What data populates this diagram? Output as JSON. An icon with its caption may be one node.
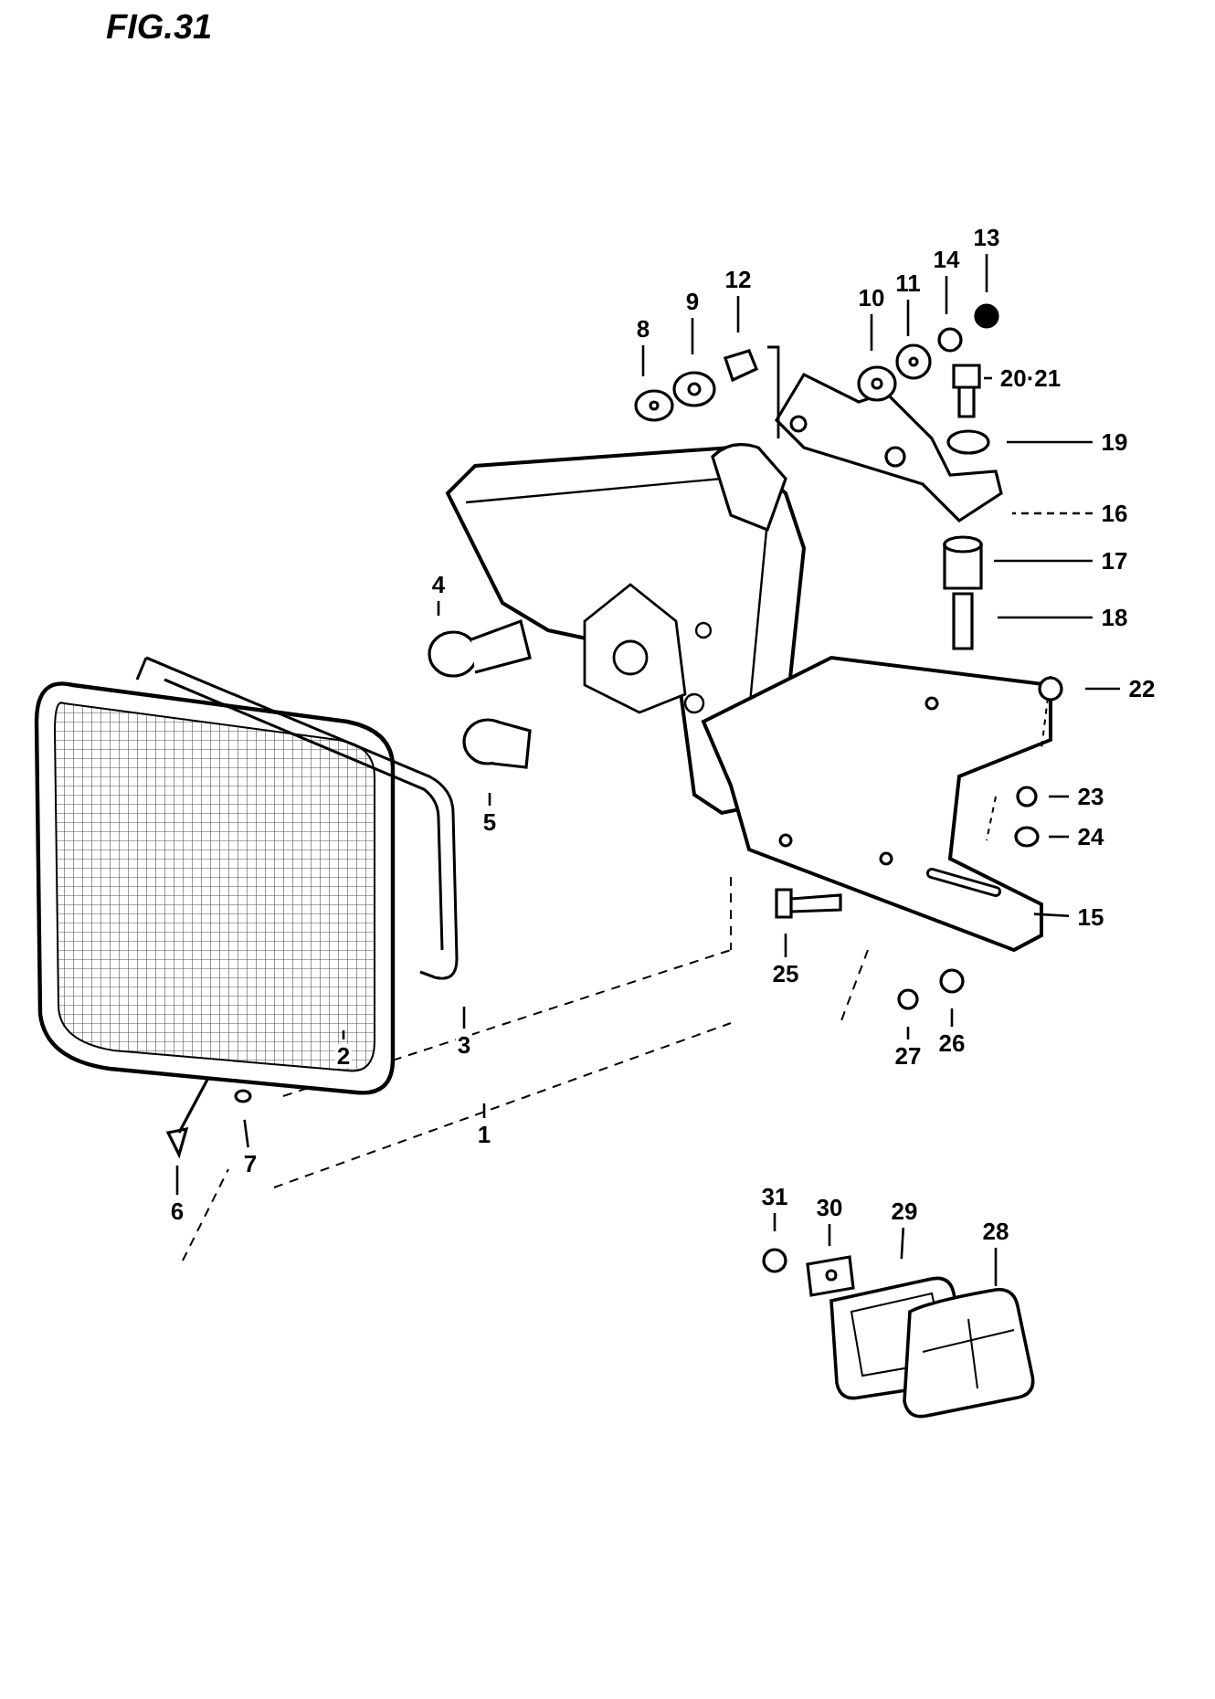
{
  "diagram": {
    "title": "FIG.31",
    "nodes": [
      {
        "text": [
          "8"
        ]
      },
      {
        "text": [
          "9"
        ]
      },
      {
        "text": [
          "12"
        ]
      },
      {
        "text": [
          "10"
        ]
      },
      {
        "text": [
          "11"
        ]
      },
      {
        "text": [
          "14"
        ]
      },
      {
        "text": [
          "13"
        ]
      },
      {
        "text": [
          "20·21"
        ]
      },
      {
        "text": [
          "19"
        ]
      },
      {
        "text": [
          "16"
        ]
      },
      {
        "text": [
          "17"
        ]
      },
      {
        "text": [
          "18"
        ]
      },
      {
        "text": [
          "22"
        ]
      },
      {
        "text": [
          "4"
        ]
      },
      {
        "text": [
          "5"
        ]
      },
      {
        "text": [
          "23"
        ]
      },
      {
        "text": [
          "24"
        ]
      },
      {
        "text": [
          "15"
        ]
      },
      {
        "text": [
          "25"
        ]
      },
      {
        "text": [
          "27"
        ]
      },
      {
        "text": [
          "26"
        ]
      },
      {
        "text": [
          "3"
        ]
      },
      {
        "text": [
          "2"
        ]
      },
      {
        "text": [
          "1"
        ]
      },
      {
        "text": [
          "7"
        ]
      },
      {
        "text": [
          "6"
        ]
      },
      {
        "text": [
          "31"
        ]
      },
      {
        "text": [
          "30"
        ]
      },
      {
        "text": [
          "29"
        ]
      },
      {
        "text": [
          "28"
        ]
      }
    ],
    "edges": [
      {
        "from": 0,
        "to": null,
        "arrow": "none"
      },
      {
        "from": 1,
        "to": null,
        "arrow": "none"
      },
      {
        "from": 2,
        "to": null,
        "arrow": "none"
      },
      {
        "from": 3,
        "to": null,
        "arrow": "none"
      },
      {
        "from": 4,
        "to": null,
        "arrow": "none"
      },
      {
        "from": 5,
        "to": null,
        "arrow": "none"
      },
      {
        "from": 6,
        "to": null,
        "arrow": "none"
      },
      {
        "from": 7,
        "to": null,
        "arrow": "none"
      },
      {
        "from": 8,
        "to": null,
        "arrow": "none"
      },
      {
        "from": 9,
        "to": null,
        "arrow": "none",
        "style": "dashed"
      },
      {
        "from": 10,
        "to": null,
        "arrow": "none"
      },
      {
        "from": 11,
        "to": null,
        "arrow": "none"
      },
      {
        "from": 12,
        "to": null,
        "arrow": "none"
      },
      {
        "from": 13,
        "to": null,
        "arrow": "none"
      },
      {
        "from": 14,
        "to": null,
        "arrow": "none"
      },
      {
        "from": 15,
        "to": null,
        "arrow": "none"
      },
      {
        "from": 16,
        "to": null,
        "arrow": "none"
      },
      {
        "from": 17,
        "to": null,
        "arrow": "none"
      },
      {
        "from": 18,
        "to": null,
        "arrow": "none"
      },
      {
        "from": 19,
        "to": null,
        "arrow": "none"
      },
      {
        "from": 20,
        "to": null,
        "arrow": "none"
      },
      {
        "from": 21,
        "to": null,
        "arrow": "none"
      },
      {
        "from": 22,
        "to": null,
        "arrow": "none"
      },
      {
        "from": 23,
        "to": null,
        "arrow": "none"
      },
      {
        "from": 24,
        "to": null,
        "arrow": "none"
      },
      {
        "from": 25,
        "to": null,
        "arrow": "none"
      },
      {
        "from": 26,
        "to": null,
        "arrow": "none"
      },
      {
        "from": 27,
        "to": null,
        "arrow": "none"
      },
      {
        "from": 28,
        "to": null,
        "arrow": "none"
      },
      {
        "from": 29,
        "to": null,
        "arrow": "none"
      }
    ]
  }
}
